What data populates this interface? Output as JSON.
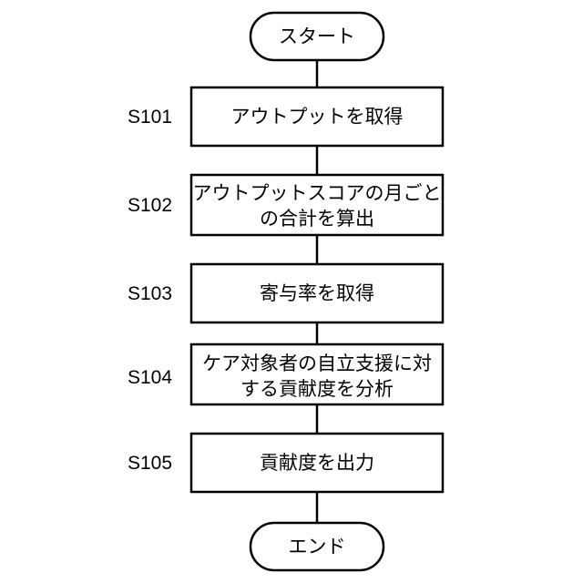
{
  "start": "スタート",
  "end": "エンド",
  "steps": [
    {
      "id": "S101",
      "lines": [
        "アウトプットを取得"
      ]
    },
    {
      "id": "S102",
      "lines": [
        "アウトプットスコアの月ごと",
        "の合計を算出"
      ]
    },
    {
      "id": "S103",
      "lines": [
        "寄与率を取得"
      ]
    },
    {
      "id": "S104",
      "lines": [
        "ケア対象者の自立支援に対",
        "する貢献度を分析"
      ]
    },
    {
      "id": "S105",
      "lines": [
        "貢献度を出力"
      ]
    }
  ]
}
